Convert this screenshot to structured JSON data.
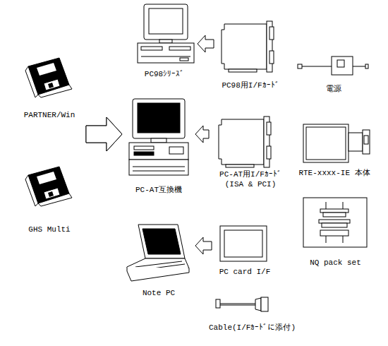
{
  "diagram": {
    "nodes": [
      {
        "text": [
          "PARTNER/Win"
        ]
      },
      {
        "text": [
          "GHS Multi"
        ]
      },
      {
        "text": [
          "PC98ｼﾘｰｽﾞ"
        ]
      },
      {
        "text": [
          "PC-AT互換機"
        ]
      },
      {
        "text": [
          "Note PC"
        ]
      },
      {
        "text": [
          "PC98用I/Fｶｰﾄﾞ"
        ]
      },
      {
        "text": [
          "PC-AT用I/Fｶｰﾄﾞ (ISA & PCI)"
        ]
      },
      {
        "text": [
          "PC card I/F"
        ]
      },
      {
        "text": [
          "電源"
        ]
      },
      {
        "text": [
          "RTE-xxxx-IE 本体"
        ]
      },
      {
        "text": [
          "NQ pack set"
        ]
      },
      {
        "text": [
          "Cable(I/Fｶｰﾄﾞに添付)"
        ]
      }
    ],
    "edges": [
      {
        "from": 0,
        "to": 3,
        "arrow": "to"
      },
      {
        "from": 1,
        "to": 3,
        "arrow": "to"
      },
      {
        "from": 5,
        "to": 2,
        "arrow": "to"
      },
      {
        "from": 6,
        "to": 3,
        "arrow": "to"
      },
      {
        "from": 7,
        "to": 4,
        "arrow": "to"
      }
    ]
  }
}
